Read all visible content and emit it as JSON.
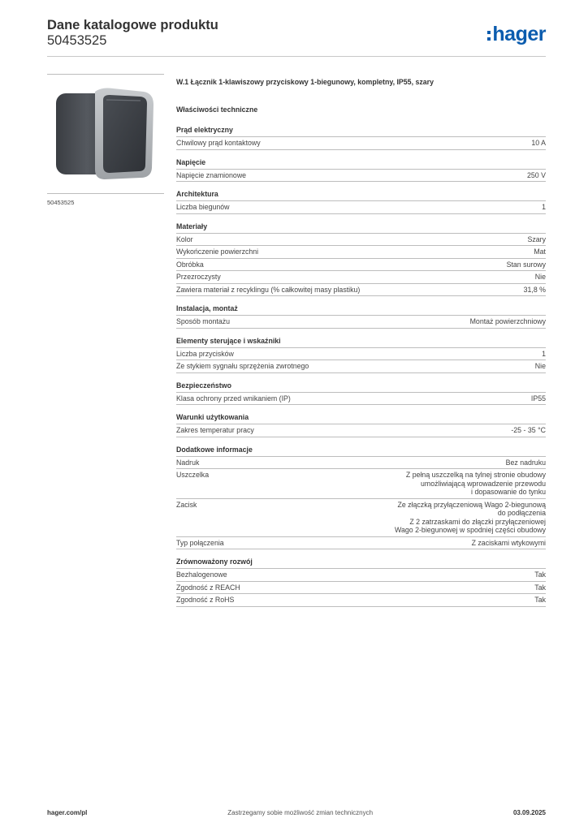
{
  "header": {
    "title": "Dane katalogowe produktu",
    "number": "50453525",
    "logo_text": "hager",
    "logo_color": "#0b5cae"
  },
  "image": {
    "caption": "50453525"
  },
  "product": {
    "title": "W.1 Łącznik 1-klawiszowy przyciskowy 1-biegunowy, kompletny, IP55, szary",
    "tech_title": "Właściwości techniczne"
  },
  "sections": [
    {
      "title": "Prąd elektryczny",
      "rows": [
        {
          "label": "Chwilowy prąd kontaktowy",
          "value": [
            "10 A"
          ]
        }
      ]
    },
    {
      "title": "Napięcie",
      "rows": [
        {
          "label": "Napięcie znamionowe",
          "value": [
            "250 V"
          ]
        }
      ]
    },
    {
      "title": "Architektura",
      "rows": [
        {
          "label": "Liczba biegunów",
          "value": [
            "1"
          ]
        }
      ]
    },
    {
      "title": "Materiały",
      "rows": [
        {
          "label": "Kolor",
          "value": [
            "Szary"
          ]
        },
        {
          "label": "Wykończenie powierzchni",
          "value": [
            "Mat"
          ]
        },
        {
          "label": "Obróbka",
          "value": [
            "Stan surowy"
          ]
        },
        {
          "label": "Przezroczysty",
          "value": [
            "Nie"
          ]
        },
        {
          "label": "Zawiera materiał z recyklingu (% całkowitej masy plastiku)",
          "value": [
            "31,8 %"
          ]
        }
      ]
    },
    {
      "title": "Instalacja, montaż",
      "rows": [
        {
          "label": "Sposób montażu",
          "value": [
            "Montaż powierzchniowy"
          ]
        }
      ]
    },
    {
      "title": "Elementy sterujące i wskaźniki",
      "rows": [
        {
          "label": "Liczba przycisków",
          "value": [
            "1"
          ]
        },
        {
          "label": "Ze stykiem sygnału sprzężenia zwrotnego",
          "value": [
            "Nie"
          ]
        }
      ]
    },
    {
      "title": "Bezpieczeństwo",
      "rows": [
        {
          "label": "Klasa ochrony przed wnikaniem (IP)",
          "value": [
            "IP55"
          ]
        }
      ]
    },
    {
      "title": "Warunki użytkowania",
      "rows": [
        {
          "label": "Zakres temperatur pracy",
          "value": [
            "-25 - 35 °C"
          ]
        }
      ]
    },
    {
      "title": "Dodatkowe informacje",
      "rows": [
        {
          "label": "Nadruk",
          "value": [
            "Bez nadruku"
          ]
        },
        {
          "label": "Uszczelka",
          "value": [
            "Z  pełną uszczelką na tylnej stronie obudowy",
            "umożliwiającą wprowadzenie przewodu",
            "i dopasowanie do tynku"
          ]
        },
        {
          "label": "Zacisk",
          "value": [
            "Ze złączką przyłączeniową Wago 2-biegunową",
            "do podłączenia",
            "Z 2 zatrzaskami do złączki przyłączeniowej",
            "Wago 2-biegunowej w spodniej części obudowy"
          ]
        },
        {
          "label": "Typ połączenia",
          "value": [
            "Z  zaciskami wtykowymi"
          ]
        }
      ]
    },
    {
      "title": "Zrównoważony rozwój",
      "rows": [
        {
          "label": "Bezhalogenowe",
          "value": [
            "Tak"
          ]
        },
        {
          "label": "Zgodność z REACH",
          "value": [
            "Tak"
          ]
        },
        {
          "label": "Zgodność z RoHS",
          "value": [
            "Tak"
          ]
        }
      ]
    }
  ],
  "footer": {
    "website": "hager.com/pl",
    "notice": "Zastrzegamy sobie możliwość zmian technicznych",
    "date": "03.09.2025"
  }
}
